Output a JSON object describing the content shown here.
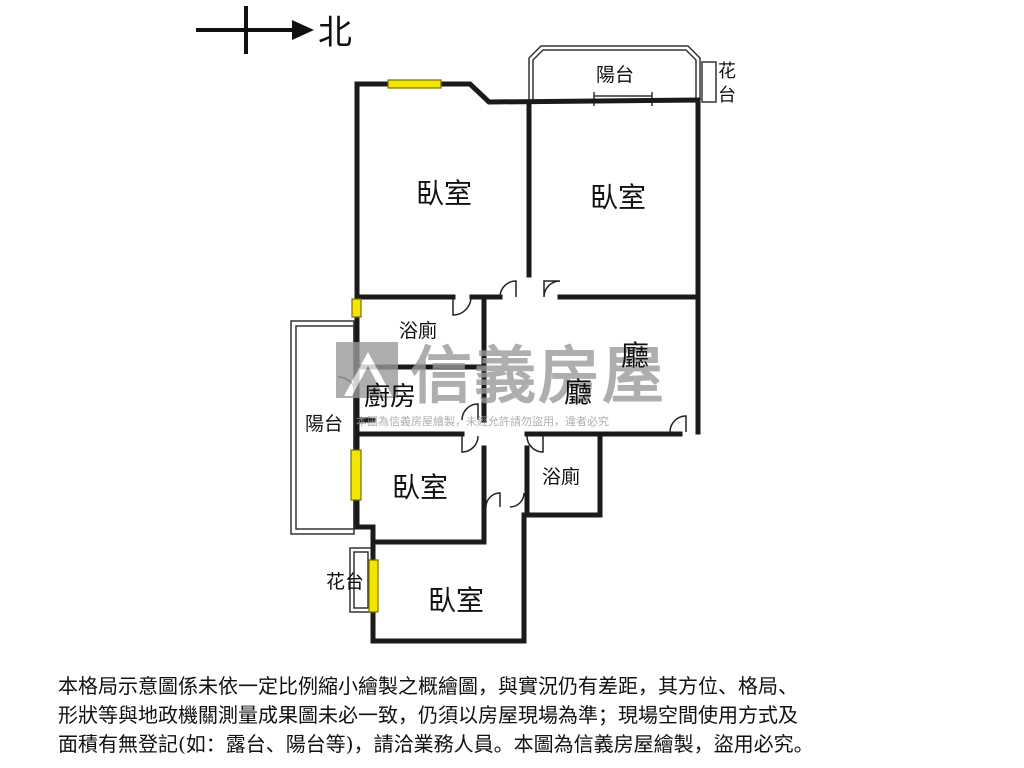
{
  "compass": {
    "north_label": "北"
  },
  "rooms": {
    "bedroom_nw": "臥室",
    "bedroom_ne": "臥室",
    "balcony_top": "陽台",
    "planter_top": "花台",
    "bathroom_upper": "浴廁",
    "kitchen": "廚房",
    "living_room": "廳",
    "dining_room": "廳",
    "balcony_left": "陽台",
    "bedroom_mid": "臥室",
    "bathroom_lower": "浴廁",
    "planter_left": "花台",
    "bedroom_bottom": "臥室"
  },
  "watermark": {
    "brand": "信義房屋",
    "notice": "本圖為信義房屋繪製，未經允許請勿盜用，違者必究",
    "color": "#9a9a9a"
  },
  "colors": {
    "wall": "#1a1a1a",
    "window": "#f2e600",
    "window_edge": "#7a7000"
  },
  "disclaimer": {
    "line1": "本格局示意圖係未依一定比例縮小繪製之概繪圖，與實況仍有差距，其方位、格局、",
    "line2": "形狀等與地政機關測量成果圖未必一致，仍須以房屋現場為準；現場空間使用方式及",
    "line3": "面積有無登記(如：露台、陽台等)，請洽業務人員。本圖為信義房屋繪製，盜用必究。"
  }
}
